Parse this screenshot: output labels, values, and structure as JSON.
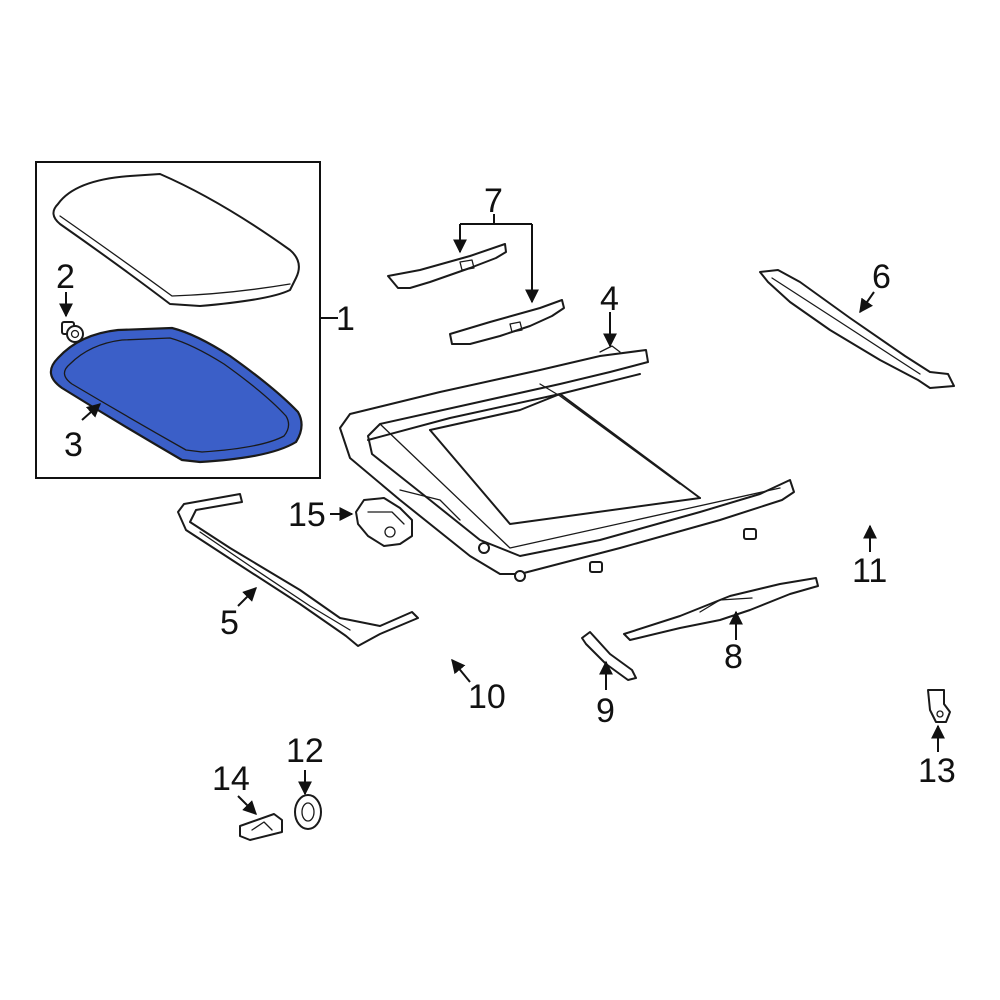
{
  "diagram": {
    "highlight_color": "#3b5fc8",
    "callouts": [
      "1",
      "2",
      "3",
      "4",
      "5",
      "6",
      "7",
      "8",
      "9",
      "10",
      "11",
      "12",
      "13",
      "14",
      "15"
    ]
  }
}
